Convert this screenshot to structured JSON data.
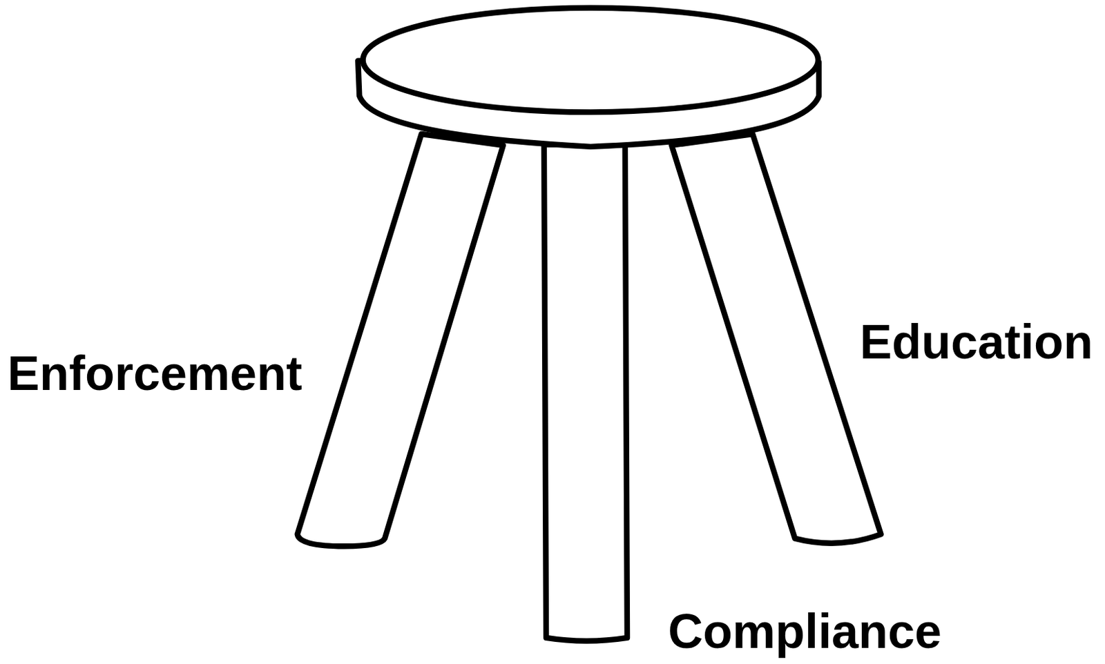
{
  "diagram": {
    "labels": [
      "Enforcement",
      "Education",
      "Compliance"
    ]
  }
}
